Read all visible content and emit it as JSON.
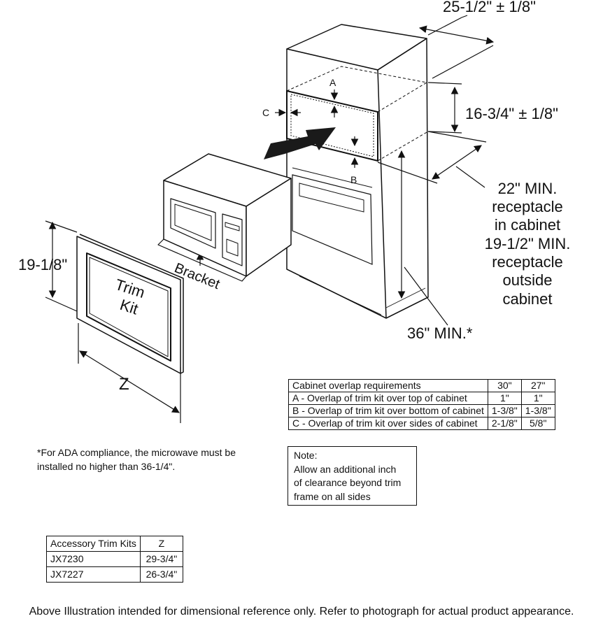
{
  "labels": {
    "depth_dim": "25-1/2\" ± 1/8\"",
    "height_dim": "16-3/4\" ± 1/8\"",
    "receptacle_note": [
      "22\" MIN.",
      "receptacle",
      "in cabinet",
      "19-1/2\" MIN.",
      "receptacle",
      "outside",
      "cabinet"
    ],
    "floor_dim": "36\" MIN.*",
    "trim_height": "19-1/8\"",
    "trim_kit": [
      "Trim",
      "Kit"
    ],
    "bracket": "Bracket",
    "z": "Z",
    "a": "A",
    "b": "B",
    "c": "C"
  },
  "overlap_table": {
    "header": [
      "Cabinet overlap requirements",
      "30\"",
      "27\""
    ],
    "rows": [
      [
        "A - Overlap of trim kit over top of cabinet",
        "1\"",
        "1\""
      ],
      [
        "B - Overlap of trim kit over bottom of cabinet",
        "1-3/8\"",
        "1-3/8\""
      ],
      [
        "C - Overlap of trim kit over sides of cabinet",
        "2-1/8\"",
        "5/8\""
      ]
    ]
  },
  "ada_note": [
    "*For ADA compliance, the microwave must be",
    "installed no higher than 36-1/4\"."
  ],
  "note_box": [
    "Note:",
    "Allow an additional inch",
    "of clearance beyond trim",
    "frame on all sides"
  ],
  "trim_table": {
    "header": [
      "Accessory Trim Kits",
      "Z"
    ],
    "rows": [
      [
        "JX7230",
        "29-3/4\""
      ],
      [
        "JX7227",
        "26-3/4\""
      ]
    ]
  },
  "footer": "Above Illustration intended for dimensional reference only. Refer to photograph for actual product appearance."
}
